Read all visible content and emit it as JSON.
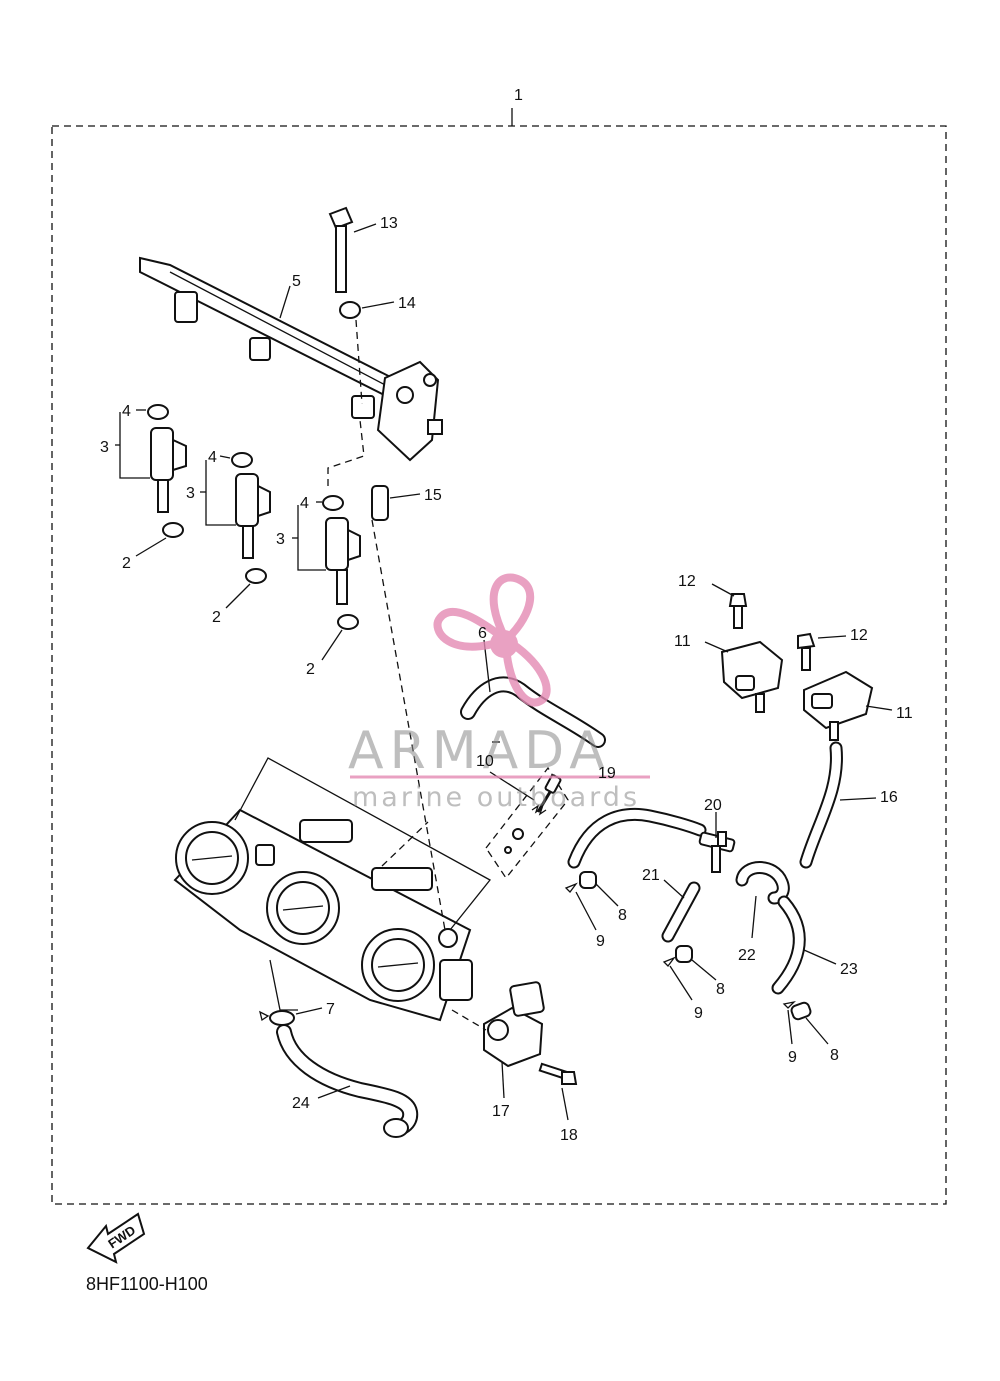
{
  "diagram": {
    "drawing_code": "8HF1100-H100",
    "fwd_label": "FWD",
    "callouts": {
      "c1": "1",
      "c2a": "2",
      "c2b": "2",
      "c2c": "2",
      "c3a": "3",
      "c3b": "3",
      "c3c": "3",
      "c4a": "4",
      "c4b": "4",
      "c4c": "4",
      "c5": "5",
      "c6": "6",
      "c7": "7",
      "c8a": "8",
      "c8b": "8",
      "c8c": "8",
      "c9a": "9",
      "c9b": "9",
      "c9c": "9",
      "c10": "10",
      "c11a": "11",
      "c11b": "11",
      "c12a": "12",
      "c12b": "12",
      "c13": "13",
      "c14": "14",
      "c15": "15",
      "c16": "16",
      "c17": "17",
      "c18": "18",
      "c19": "19",
      "c20": "20",
      "c21": "21",
      "c22": "22",
      "c23": "23",
      "c24": "24"
    }
  },
  "watermark": {
    "brand": "ARMADA",
    "tagline": "marine outboards",
    "accent_color": "#e48ab4"
  }
}
